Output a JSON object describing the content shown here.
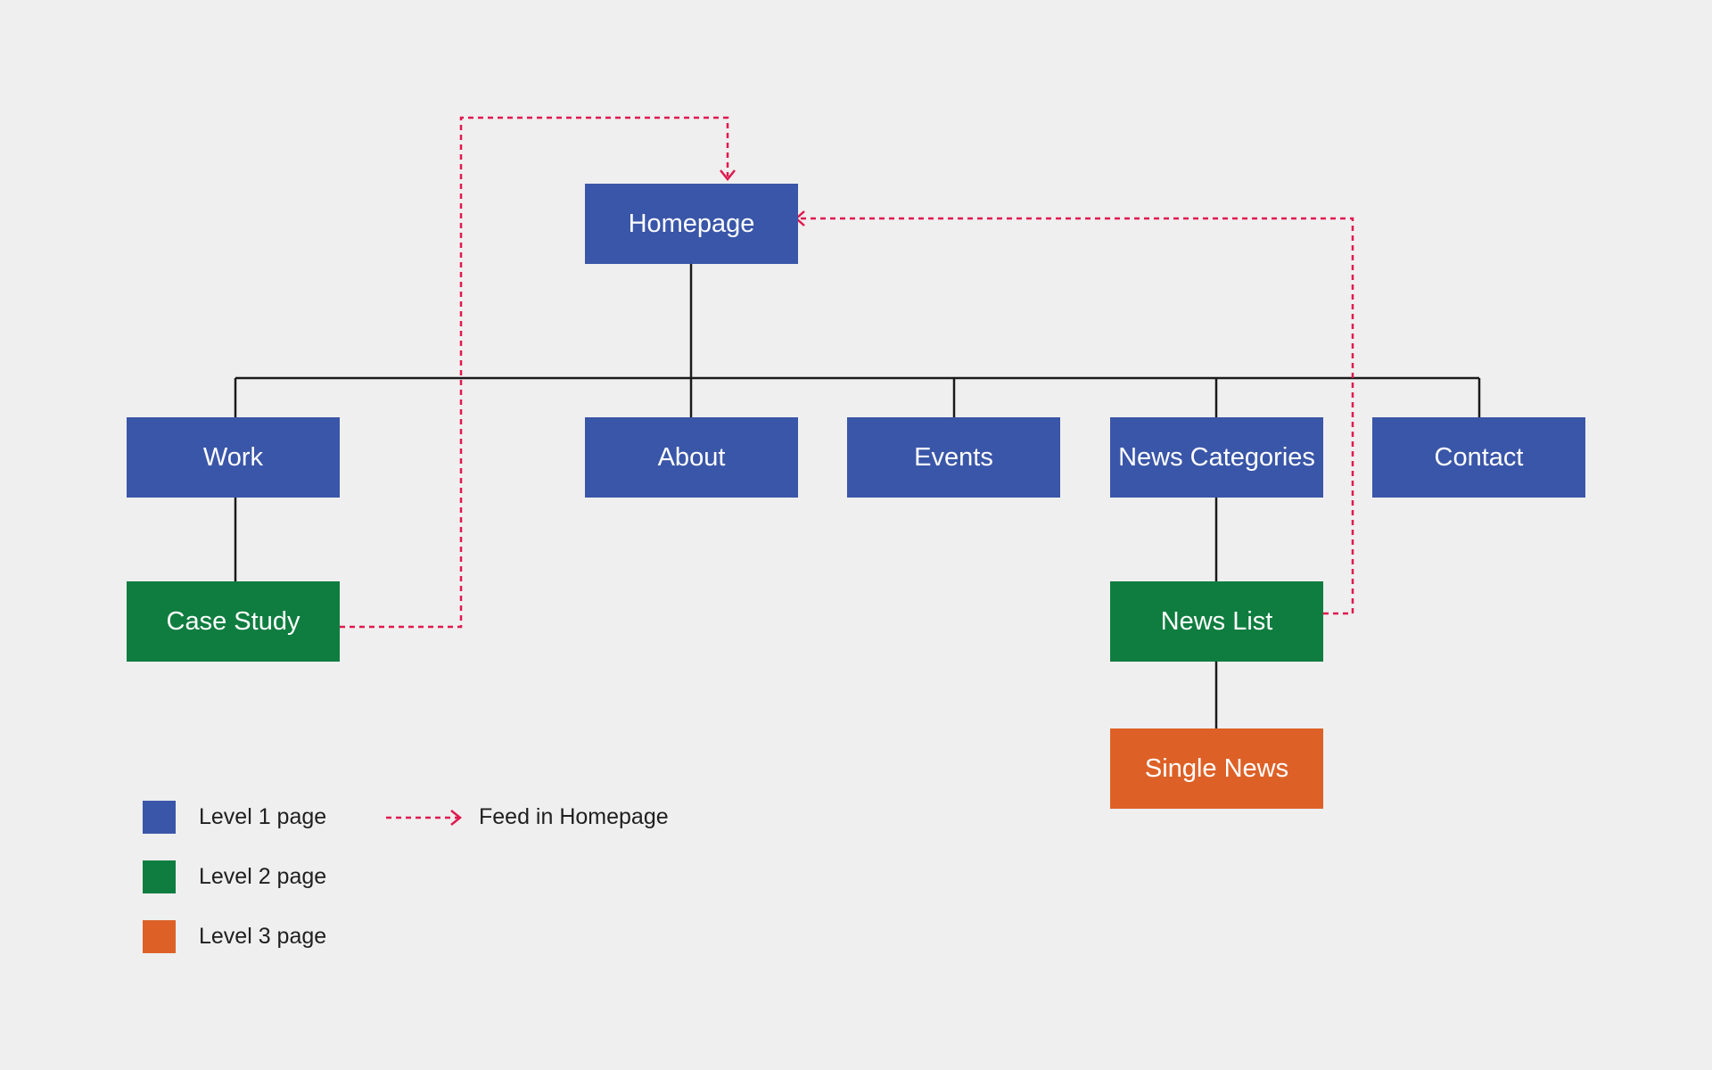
{
  "diagram": {
    "nodes": {
      "homepage": "Homepage",
      "work": "Work",
      "about": "About",
      "events": "Events",
      "news_categories": "News Categories",
      "contact": "Contact",
      "case_study": "Case Study",
      "news_list": "News List",
      "single_news": "Single News"
    },
    "colors": {
      "level1": "#3a56a8",
      "level2": "#0f7d40",
      "level3": "#dd6127",
      "tree_line": "#1a1a1a",
      "feed_line": "#e0194f"
    }
  },
  "legend": {
    "level1_label": "Level 1 page",
    "level2_label": "Level 2 page",
    "level3_label": "Level 3 page",
    "feed_label": "Feed in Homepage"
  }
}
